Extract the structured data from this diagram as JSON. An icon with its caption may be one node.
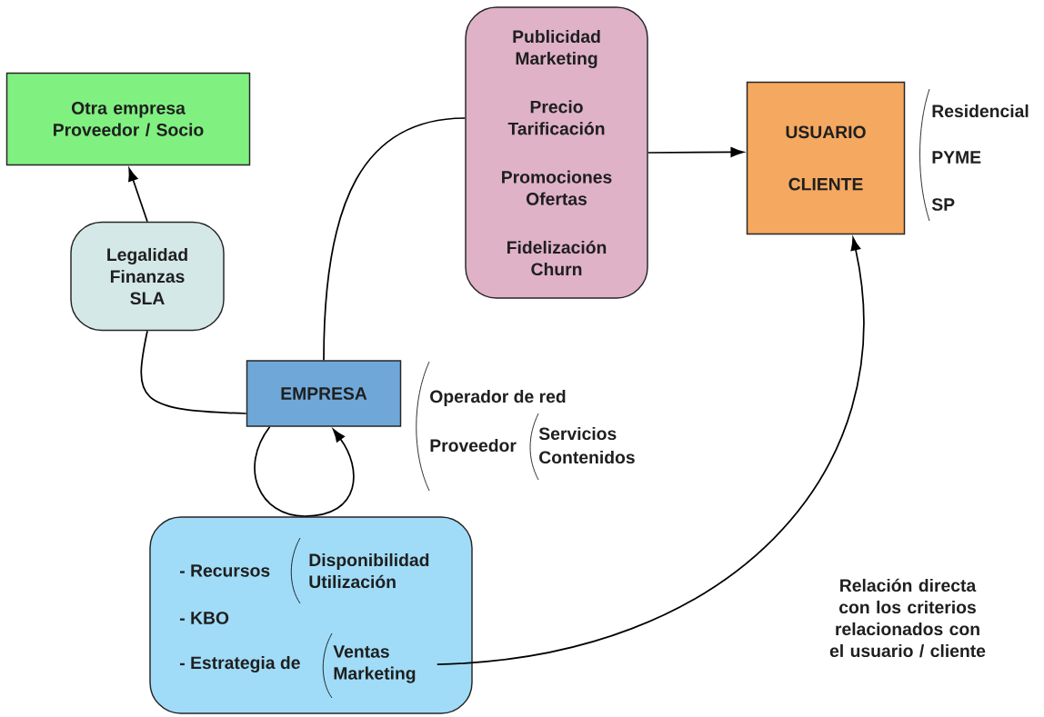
{
  "diagram": {
    "nodes": [
      {
        "text": [
          "Otra empresa Proveedor / Socio"
        ]
      },
      {
        "text": [
          "Publicidad Marketing",
          "Precio Tarificación",
          "Promociones Ofertas",
          "Fidelización Churn"
        ]
      },
      {
        "text": [
          "USUARIO",
          "CLIENTE"
        ],
        "beside": [
          "Residencial",
          "PYME",
          "SP"
        ]
      },
      {
        "text": [
          "Legalidad Finanzas SLA"
        ]
      },
      {
        "text": [
          "EMPRESA"
        ],
        "beside": [
          "Operador de red",
          "Proveedor",
          "Servicios",
          "Contenidos"
        ]
      },
      {
        "text": [
          "- Recursos",
          "Disponibilidad Utilización",
          "- KBO",
          "- Estrategia de",
          "Ventas Marketing"
        ]
      }
    ],
    "edges": [
      {
        "from": 3,
        "to": 0,
        "arrow": "to"
      },
      {
        "from": 4,
        "to": 3,
        "arrow": "none"
      },
      {
        "from": 4,
        "to": 1,
        "arrow": "none"
      },
      {
        "from": 1,
        "to": 2,
        "arrow": "to"
      },
      {
        "from": 4,
        "to": 4,
        "arrow": "to"
      },
      {
        "from": 5,
        "to": 2,
        "arrow": "to",
        "label": "Relación directa con los criterios relacionados con el usuario / cliente"
      }
    ]
  }
}
